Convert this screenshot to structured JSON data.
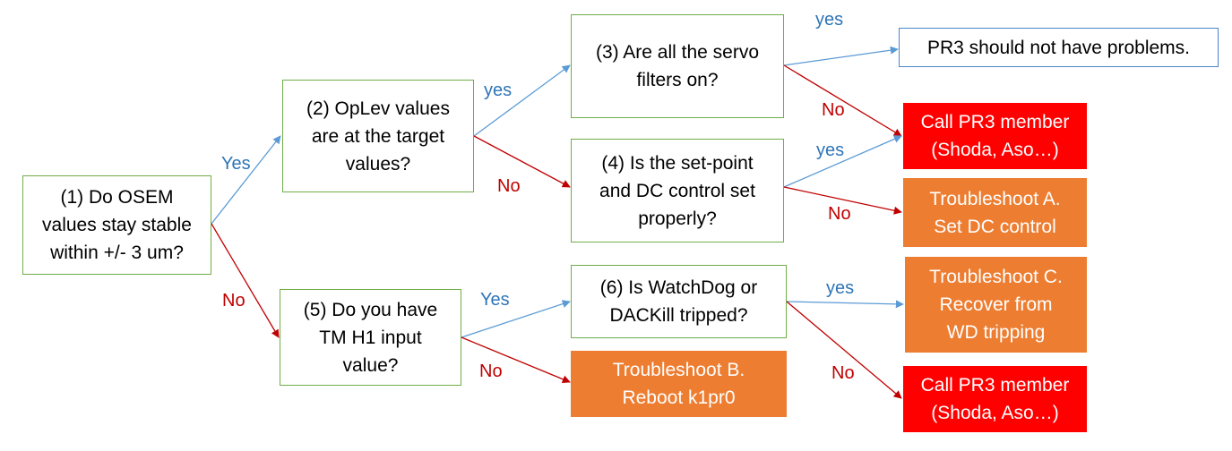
{
  "colors": {
    "blue_arrow": "#5b9bd5",
    "red_arrow": "#c00000",
    "question_border": "#70ad47",
    "orange": "#ed7d31",
    "red": "#ff0000"
  },
  "nodes": {
    "q1": "(1) Do OSEM\nvalues stay stable\nwithin +/- 3 um?",
    "q2": "(2) OpLev values\nare at the target\nvalues?",
    "q3": "(3) Are all the servo\nfilters on?",
    "q4": "(4) Is the set-point\nand DC control set\nproperly?",
    "q5": "(5) Do you have\nTM H1 input\nvalue?",
    "q6": "(6) Is WatchDog or\nDACKill tripped?",
    "pr3_ok": "PR3 should not have problems.",
    "call1": "Call PR3 member\n(Shoda, Aso…)",
    "troubleA": "Troubleshoot A.\nSet DC control",
    "troubleC": "Troubleshoot C.\nRecover from\nWD tripping",
    "troubleB": "Troubleshoot B.\nReboot k1pr0",
    "call2": "Call PR3 member\n(Shoda, Aso…)"
  },
  "labels": {
    "q1_yes": "Yes",
    "q1_no": "No",
    "q2_yes": "yes",
    "q2_no": "No",
    "q3_yes": "yes",
    "q3_no": "No",
    "q4_yes": "yes",
    "q4_no": "No",
    "q5_yes": "Yes",
    "q5_no": "No",
    "q6_yes": "yes",
    "q6_no": "No"
  }
}
